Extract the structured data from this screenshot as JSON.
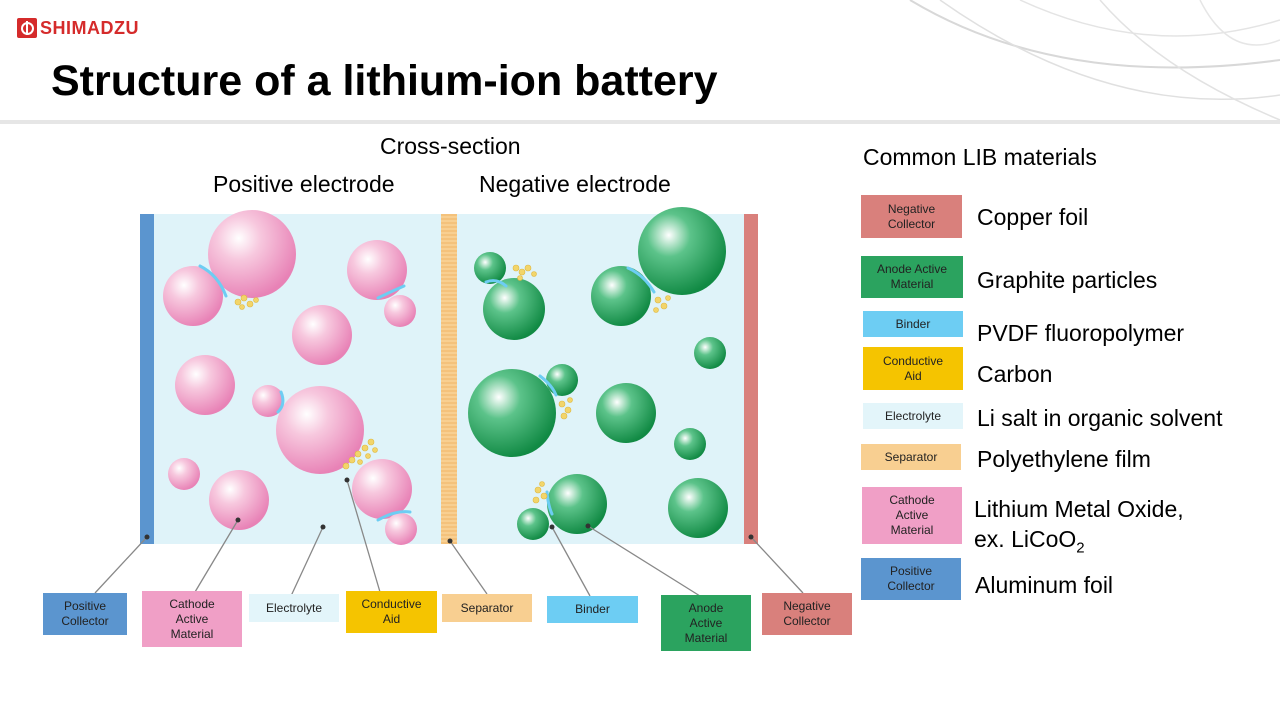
{
  "brand": "SHIMADZU",
  "title": "Structure of a lithium-ion battery",
  "diagram": {
    "heading": "Cross-section",
    "positive_label": "Positive electrode",
    "negative_label": "Negative electrode",
    "callouts": {
      "positive_collector": "Positive\nCollector",
      "cathode_active": "Cathode\nActive\nMaterial",
      "electrolyte": "Electrolyte",
      "conductive_aid": "Conductive\nAid",
      "separator": "Separator",
      "binder": "Binder",
      "anode_active": "Anode\nActive\nMaterial",
      "negative_collector": "Negative\nCollector"
    }
  },
  "legend": {
    "heading": "Common LIB materials",
    "items": [
      {
        "swatch": "Negative\nCollector",
        "label": "Copper foil",
        "color": "#d9807c"
      },
      {
        "swatch": "Anode Active\nMaterial",
        "label": "Graphite particles",
        "color": "#2ba35f"
      },
      {
        "swatch": "Binder",
        "label": "PVDF fluoropolymer",
        "color": "#6dcdf3"
      },
      {
        "swatch": "Conductive\nAid",
        "label": "Carbon",
        "color": "#f5c400"
      },
      {
        "swatch": "Electrolyte",
        "label": "Li salt in organic solvent",
        "color": "#e3f5fa"
      },
      {
        "swatch": "Separator",
        "label": "Polyethylene film",
        "color": "#f8cf91"
      },
      {
        "swatch": "Cathode\nActive\nMaterial",
        "label_line1": "Lithium Metal Oxide,",
        "label_line2_prefix": "ex. LiCoO",
        "label_line2_sub": "2",
        "color": "#f09fc6"
      },
      {
        "swatch": "Positive\nCollector",
        "label": "Aluminum foil",
        "color": "#5b95cf"
      }
    ]
  },
  "colors": {
    "electrolyte_bg": "#dff3f9",
    "positive_collector": "#5b95cf",
    "negative_collector": "#d9807c",
    "separator": "#f8cf91",
    "cathode_particle": "#f09fc6",
    "anode_particle": "#2ba35f",
    "binder": "#6dcdf3",
    "conductive_aid": "#f5c400"
  }
}
